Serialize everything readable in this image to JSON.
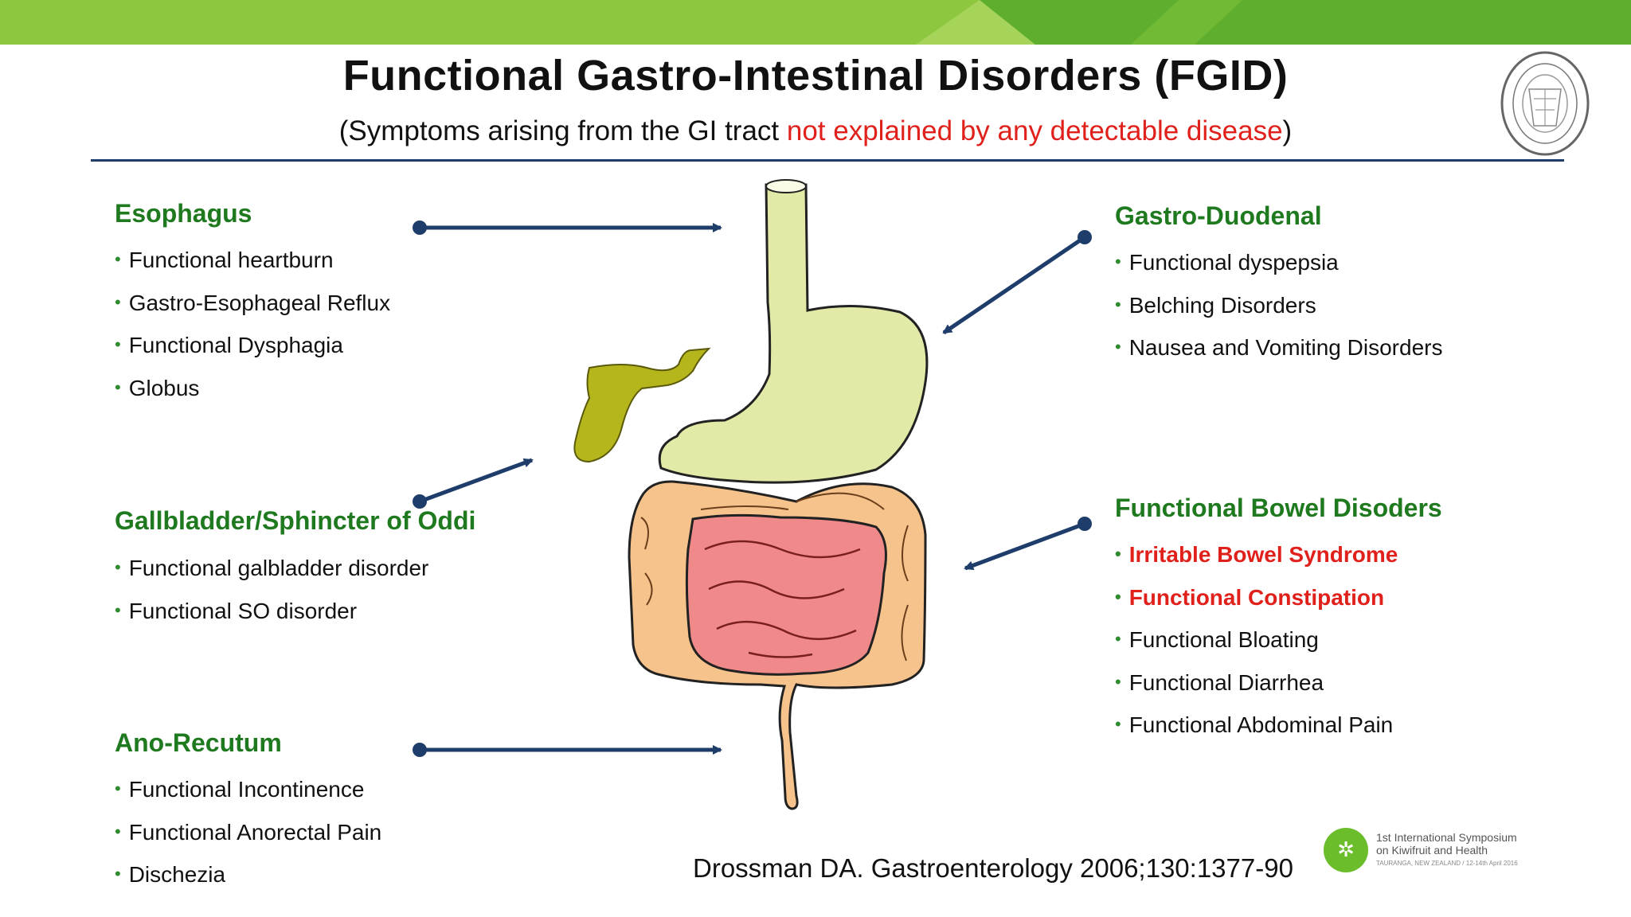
{
  "title": "Functional Gastro-Intestinal Disorders (FGID)",
  "subtitle": {
    "prefix": "(Symptoms arising from the GI tract ",
    "highlight": "not explained by any detectable disease",
    "suffix": ")"
  },
  "sections": {
    "esophagus": {
      "heading": "Esophagus",
      "items": [
        "Functional heartburn",
        "Gastro-Esophageal Reflux",
        "Functional Dysphagia",
        "Globus"
      ]
    },
    "gallbladder": {
      "heading": "Gallbladder/Sphincter of Oddi",
      "items": [
        "Functional galbladder disorder",
        "Functional SO disorder"
      ]
    },
    "anorectum": {
      "heading": "Ano-Recutum",
      "items": [
        "Functional Incontinence",
        "Functional Anorectal Pain",
        "Dischezia"
      ]
    },
    "gastroduodenal": {
      "heading": "Gastro-Duodenal",
      "items": [
        "Functional dyspepsia",
        "Belching Disorders",
        "Nausea and Vomiting Disorders"
      ]
    },
    "bowel": {
      "heading": "Functional Bowel Disoders",
      "items": [
        "Irritable Bowel Syndrome",
        "Functional Constipation",
        "Functional Bloating",
        "Functional Diarrhea",
        "Functional Abdominal Pain"
      ]
    }
  },
  "bullet": "•",
  "reference": "Drossman DA. Gastroenterology 2006;130:1377-90",
  "logo": {
    "line1": "1st International Symposium",
    "line2": "on Kiwifruit and Health",
    "line3": "TAURANGA, NEW ZEALAND / 12-14th April 2016"
  },
  "colors": {
    "heading_green": "#1f7a1f",
    "highlight_red": "#e0201b",
    "top_bar_green": "#8cc63f",
    "arrow_navy": "#1f3d6b",
    "stomach": "#e3eaa7",
    "gallbladder": "#b5b51c",
    "colon": "#f7c38c",
    "small_intestine": "#f08a8a"
  }
}
